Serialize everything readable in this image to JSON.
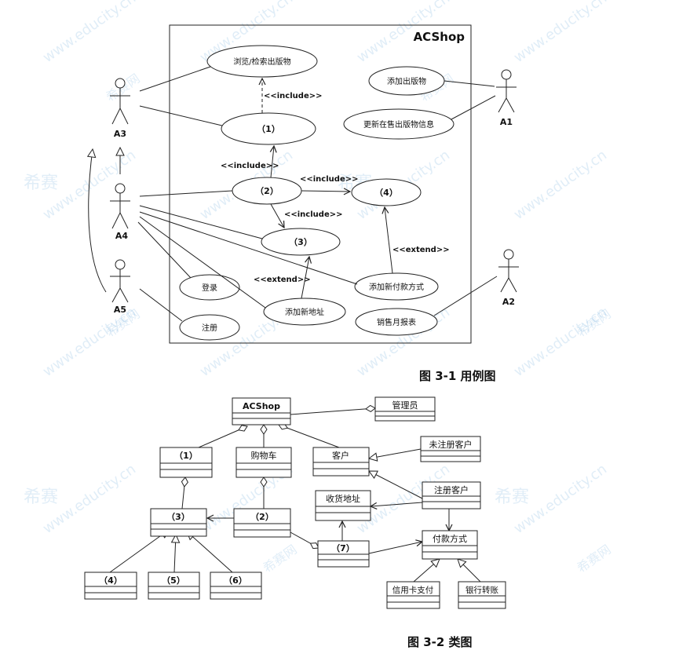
{
  "watermark": {
    "brand": "希赛",
    "site": "www.educity.cn",
    "net": "希赛网",
    "color": "#5aa0d8"
  },
  "usecase": {
    "system_name": "ACShop",
    "caption": "图 3-1  用例图",
    "actors": {
      "a1": "A1",
      "a2": "A2",
      "a3": "A3",
      "a4": "A4",
      "a5": "A5"
    },
    "cases": {
      "browse": "浏览/检索出版物",
      "c1": "（1）",
      "c2": "（2）",
      "c3": "（3）",
      "c4": "（4）",
      "add_pub": "添加出版物",
      "update_pub": "更新在售出版物信息",
      "login": "登录",
      "register": "注册",
      "add_addr": "添加新地址",
      "add_pay": "添加新付款方式",
      "report": "销售月报表"
    },
    "stereo": {
      "include_1": "<<include>>",
      "include_2": "<<include>>",
      "include_3": "<<include>>",
      "include_4": "<<include>>",
      "extend_1": "<<extend>>",
      "extend_2": "<<extend>>"
    }
  },
  "classdiagram": {
    "caption": "图 3-2  类图",
    "classes": {
      "acshop": "ACShop",
      "admin": "管理员",
      "unreg": "未注册客户",
      "reg": "注册客户",
      "k1": "（1）",
      "cart": "购物车",
      "customer": "客户",
      "addr": "收货地址",
      "k3": "（3）",
      "k2": "（2）",
      "k7": "（7）",
      "pay": "付款方式",
      "k4": "（4）",
      "k5": "（5）",
      "k6": "（6）",
      "credit": "信用卡支付",
      "bank": "银行转账"
    }
  }
}
